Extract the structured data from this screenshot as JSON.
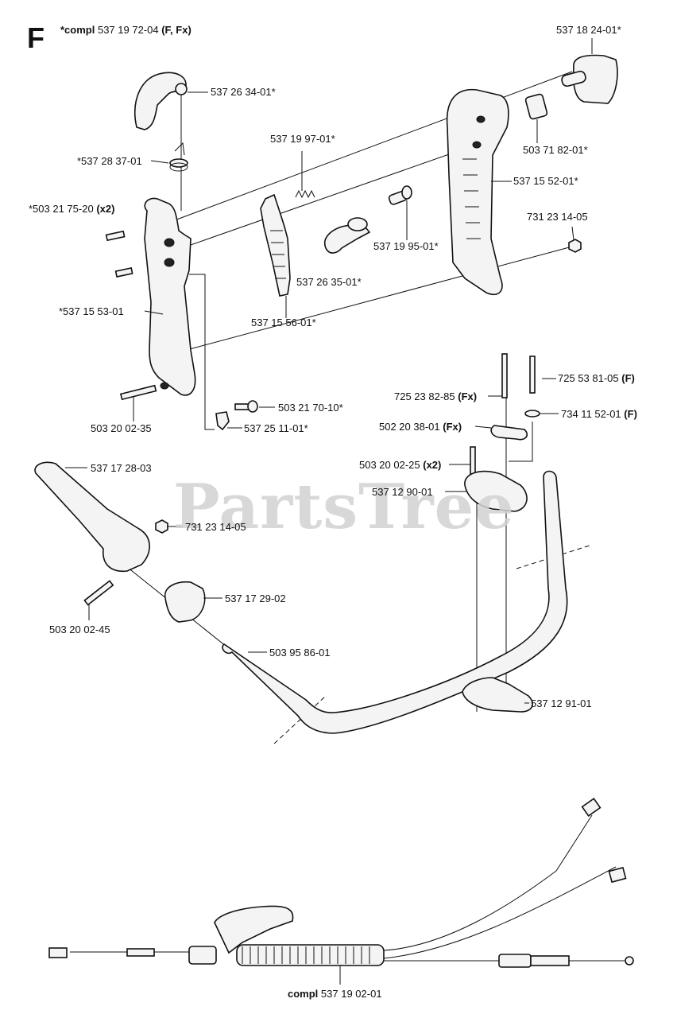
{
  "section": "F",
  "kit_top": {
    "prefix": "*compl",
    "number": "537 19 72-04",
    "suffix": "(F, Fx)"
  },
  "kit_bottom": {
    "prefix": "compl",
    "number": "537 19 02-01"
  },
  "watermark": "PartsTree",
  "labels": {
    "p537182401": "537 18 24-01*",
    "p537263401": "537 26 34-01*",
    "p537283701": "*537 28 37-01",
    "p537199701": "537 19 97-01*",
    "p503718201": "503 71 82-01*",
    "p537155201": "537 15 52-01*",
    "p503217520": "*503 21 75-20",
    "p503217520_qty": "(x2)",
    "p731231405a": "731 23 14-05",
    "p537199501": "537 19 95-01*",
    "p537263501": "537 26 35-01*",
    "p537155301": "*537 15 53-01",
    "p537155601": "537 15 56-01*",
    "p725538105": "725 53 81-05",
    "p725538105_var": "(F)",
    "p725238285": "725 23 82-85",
    "p725238285_var": "(Fx)",
    "p503217010": "503 21 70-10*",
    "p734115201": "734 11 52-01",
    "p734115201_var": "(F)",
    "p503200235": "503 20 02-35",
    "p537251101": "537 25 11-01*",
    "p502203801": "502 20 38-01",
    "p502203801_var": "(Fx)",
    "p537172803": "537 17 28-03",
    "p503200225": "503 20 02-25",
    "p503200225_qty": "(x2)",
    "p537129001": "537 12 90-01",
    "p731231405b": "731 23 14-05",
    "p537172902": "537 17 29-02",
    "p503200245": "503 20 02-45",
    "p503958601": "503 95 86-01",
    "p537129101": "537 12 91-01"
  }
}
